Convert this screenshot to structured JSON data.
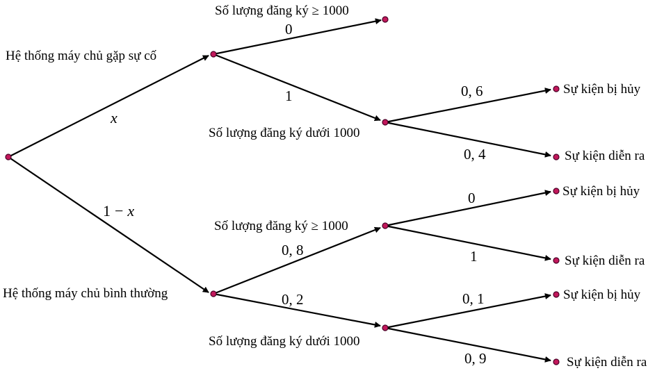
{
  "root": {
    "branch_x": "x",
    "branch_1mx_prefix": "1",
    "branch_1mx_op": "−",
    "branch_1mx_var": "x"
  },
  "server_failure": {
    "label": "Hệ thống máy chủ gặp sự cố",
    "reg_ge_1000": {
      "label": "Số lượng đăng ký ≥ 1000",
      "prob": "0"
    },
    "reg_lt_1000": {
      "label": "Số lượng đăng ký dưới 1000",
      "prob": "1",
      "cancelled": {
        "label": "Sự kiện bị hủy",
        "prob": "0, 6"
      },
      "held": {
        "label": "Sự kiện diễn ra",
        "prob": "0, 4"
      }
    }
  },
  "server_normal": {
    "label": "Hệ thống máy chủ bình thường",
    "reg_ge_1000": {
      "label": "Số lượng đăng ký ≥ 1000",
      "prob": "0, 8",
      "cancelled": {
        "label": "Sự kiện bị hủy",
        "prob": "0"
      },
      "held": {
        "label": "Sự kiện diễn ra",
        "prob": "1"
      }
    },
    "reg_lt_1000": {
      "label": "Số lượng đăng ký dưới 1000",
      "prob": "0, 2",
      "cancelled": {
        "label": "Sự kiện bị hủy",
        "prob": "0, 1"
      },
      "held": {
        "label": "Sự kiện diễn ra",
        "prob": "0, 9"
      }
    }
  }
}
